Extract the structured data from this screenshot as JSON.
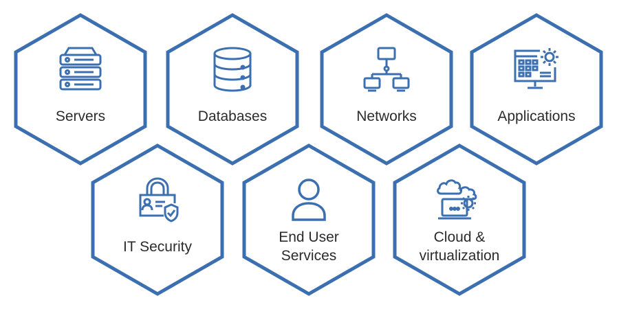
{
  "colors": {
    "accent": "#3b6fb0",
    "text": "#2b2b2b",
    "background": "#ffffff"
  },
  "tiles": [
    {
      "label": "Servers",
      "icon": "server-rack-icon"
    },
    {
      "label": "Databases",
      "icon": "database-icon"
    },
    {
      "label": "Networks",
      "icon": "network-icon"
    },
    {
      "label": "Applications",
      "icon": "application-settings-icon"
    },
    {
      "label": "IT Security",
      "icon": "security-lock-icon"
    },
    {
      "label_lines": [
        "End User",
        "Services"
      ],
      "icon": "user-icon"
    },
    {
      "label_lines": [
        "Cloud &",
        "virtualization"
      ],
      "icon": "cloud-virtualization-icon"
    }
  ]
}
